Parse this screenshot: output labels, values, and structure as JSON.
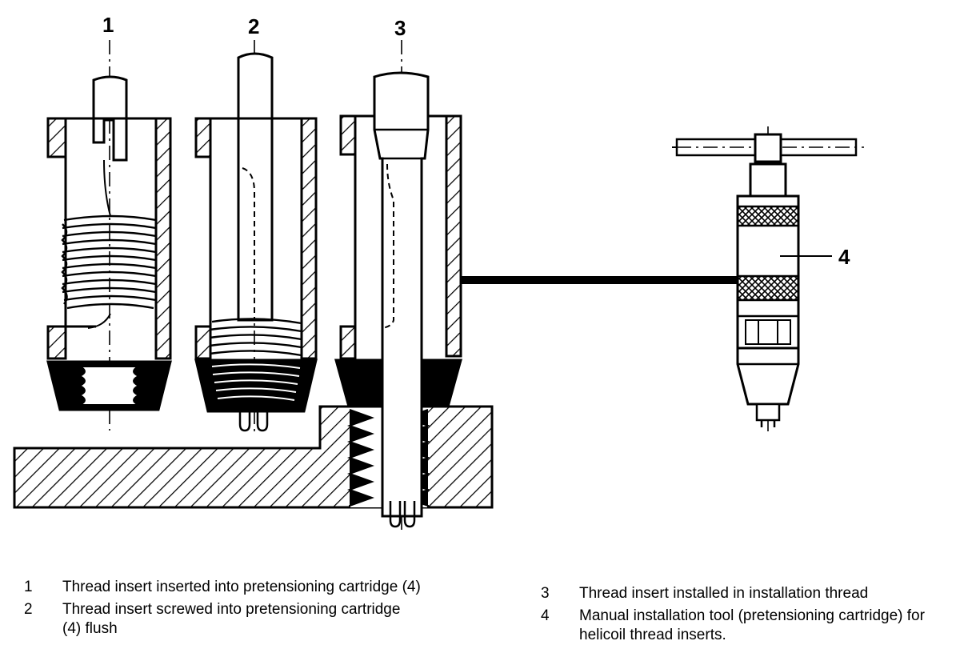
{
  "callouts": {
    "c1": "1",
    "c2": "2",
    "c3": "3",
    "c4": "4"
  },
  "legend": [
    {
      "num": "1",
      "text": "Thread insert inserted into pretensioning cartridge (4)"
    },
    {
      "num": "2",
      "text": "Thread insert screwed into pretensioning cartridge (4) flush"
    },
    {
      "num": "3",
      "text": "Thread insert installed in installation thread"
    },
    {
      "num": "4",
      "text": "Manual installation tool (pretensioning cartridge) for helicoil thread inserts."
    }
  ]
}
